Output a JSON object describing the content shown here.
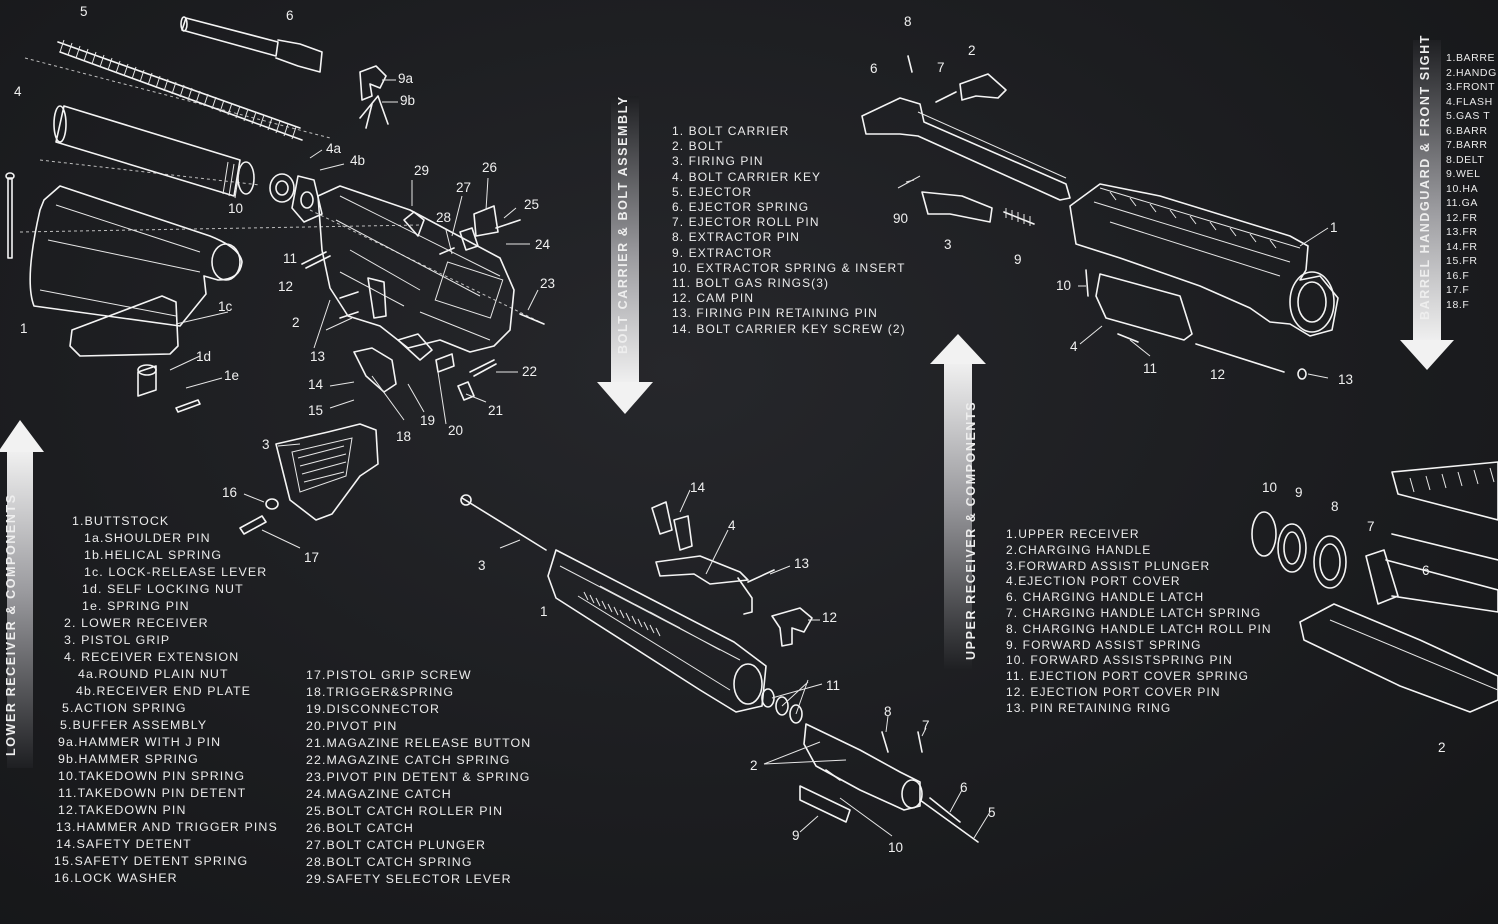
{
  "sections": {
    "lower": "LOWER RECEIVER & COMPONENTS",
    "bolt": "BOLT CARRIER & BOLT ASSEMBLY",
    "upper": "UPPER RECEIVER & COMPONENTS",
    "barrel": "BARREL HANDGUARD & FRONT SIGHT"
  },
  "lower_list_a": [
    "1.BUTTSTOCK",
    "1a.SHOULDER PIN",
    "1b.HELICAL SPRING",
    "1c. LOCK-RELEASE LEVER",
    "1d. SELF LOCKING NUT",
    "1e. SPRING PIN",
    "2. LOWER RECEIVER",
    "3. PISTOL GRIP",
    "4. RECEIVER EXTENSION",
    "4a.ROUND PLAIN NUT",
    "4b.RECEIVER END PLATE",
    "5.ACTION SPRING",
    "5.BUFFER ASSEMBLY",
    "9a.HAMMER WITH J PIN",
    "9b.HAMMER SPRING",
    "10.TAKEDOWN PIN SPRING",
    "11.TAKEDOWN PIN  DETENT",
    "12.TAKEDOWN PIN",
    "13.HAMMER AND TRIGGER PINS",
    "14.SAFETY DETENT",
    "15.SAFETY  DETENT  SPRING",
    "16.LOCK WASHER"
  ],
  "lower_list_b": [
    "17.PISTOL GRIP SCREW",
    "18.TRIGGER&SPRING",
    "19.DISCONNECTOR",
    "20.PIVOT PIN",
    "21.MAGAZINE RELEASE BUTTON",
    "22.MAGAZINE CATCH SPRING",
    "23.PIVOT PIN DETENT & SPRING",
    "24.MAGAZINE CATCH",
    "25.BOLT CATCH ROLLER PIN",
    "26.BOLT CATCH",
    "27.BOLT CATCH PLUNGER",
    "28.BOLT CATCH SPRING",
    "29.SAFETY SELECTOR LEVER"
  ],
  "bolt_list": [
    "1. BOLT CARRIER",
    "2. BOLT",
    "3. FIRING PIN",
    "4. BOLT CARRIER KEY",
    "5. EJECTOR",
    "6. EJECTOR SPRING",
    "7. EJECTOR ROLL PIN",
    "8. EXTRACTOR PIN",
    "9. EXTRACTOR",
    "10. EXTRACTOR SPRING & INSERT",
    "11. BOLT GAS RINGS(3)",
    "12. CAM PIN",
    "13. FIRING PIN RETAINING PIN",
    "14. BOLT CARRIER KEY SCREW (2)"
  ],
  "upper_list": [
    "1.UPPER RECEIVER",
    "2.CHARGING HANDLE",
    "3.FORWARD ASSIST PLUNGER",
    "4.EJECTION PORT COVER",
    "6. CHARGING HANDLE LATCH",
    "7. CHARGING HANDLE LATCH SPRING",
    "8. CHARGING HANDLE LATCH ROLL PIN",
    "9. FORWARD ASSIST SPRING",
    "10. FORWARD ASSISTSPRING PIN",
    "11. EJECTION PORT COVER SPRING",
    "12. EJECTION PORT COVER PIN",
    "13. PIN RETAINING RING"
  ],
  "barrel_list": [
    "1.BARRE",
    "2.HANDG",
    "3.FRONT",
    "4.FLASH",
    "5.GAS T",
    "6.BARR",
    "7.BARR",
    "8.DELT",
    "9.WEL",
    "10.HA",
    "11.GA",
    "12.FR",
    "13.FR",
    "14.FR",
    "15.FR",
    "16.F",
    "17.F",
    "18.F"
  ],
  "callouts_lower": [
    "5",
    "6",
    "9a",
    "9b",
    "4",
    "4a",
    "4b",
    "29",
    "26",
    "27",
    "25",
    "28",
    "24",
    "10",
    "11",
    "12",
    "23",
    "1c",
    "1",
    "2",
    "13",
    "1d",
    "22",
    "1e",
    "14",
    "15",
    "21",
    "19",
    "20",
    "18",
    "3",
    "16",
    "17"
  ],
  "callouts_bolt": [
    "14",
    "4",
    "3",
    "13",
    "1",
    "12",
    "11",
    "8",
    "7",
    "2",
    "6",
    "5",
    "9",
    "10"
  ],
  "callouts_upper": [
    "8",
    "6",
    "2",
    "7",
    "90",
    "3",
    "9",
    "1",
    "10",
    "4",
    "11",
    "12",
    "13"
  ],
  "callouts_barrel": [
    "10",
    "9",
    "8",
    "7",
    "6",
    "2"
  ]
}
